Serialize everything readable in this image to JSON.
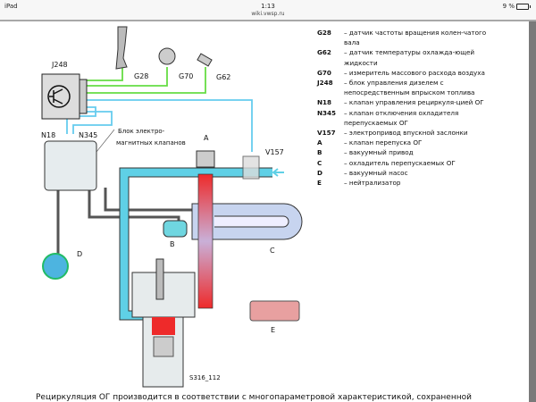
{
  "status_bar": {
    "device": "iPad",
    "wifi_icon": "wifi-icon",
    "time": "1:13",
    "url": "wiki.vwsp.ru",
    "battery": "9 %",
    "battery_level_percent": 9
  },
  "diagram": {
    "labels": {
      "j248": "J248",
      "g28": "G28",
      "g70": "G70",
      "g62": "G62",
      "n18": "N18",
      "n345": "N345",
      "valve_block_1": "Блок электро-",
      "valve_block_2": "магнитных клапанов",
      "a": "A",
      "v157": "V157",
      "b": "B",
      "c": "C",
      "d": "D",
      "e": "E",
      "figure_id": "S316_112"
    },
    "colors": {
      "signal_in": "#66dd44",
      "signal_out": "#66ccee",
      "intake": "#5fd0e6",
      "exhaust": "#ee2a2a"
    }
  },
  "legend": [
    {
      "code": "G28",
      "desc": "– датчик частоты вращения колен-чатого вала"
    },
    {
      "code": "G62",
      "desc": "– датчик температуры охлажда-ющей жидкости"
    },
    {
      "code": "G70",
      "desc": "– измеритель массового расхода воздуха"
    },
    {
      "code": "J248",
      "desc": "– блок управления дизелем с непосредственным впрыском топлива"
    },
    {
      "code": "N18",
      "desc": "– клапан управления рециркуля-цией ОГ"
    },
    {
      "code": "N345",
      "desc": "– клапан отключения охладителя перепускаемых ОГ"
    },
    {
      "code": "V157",
      "desc": "– электропривод впускной заслонки"
    },
    {
      "code": "A",
      "desc": "– клапан перепуска ОГ"
    },
    {
      "code": "B",
      "desc": "– вакуумный привод"
    },
    {
      "code": "C",
      "desc": "– охладитель перепускаемых ОГ"
    },
    {
      "code": "D",
      "desc": "– вакуумный насос"
    },
    {
      "code": "E",
      "desc": "– нейтрализатор"
    }
  ],
  "body_text": "Рециркуляция ОГ производится в соответствии с многопараметровой характеристикой, сохраненной"
}
